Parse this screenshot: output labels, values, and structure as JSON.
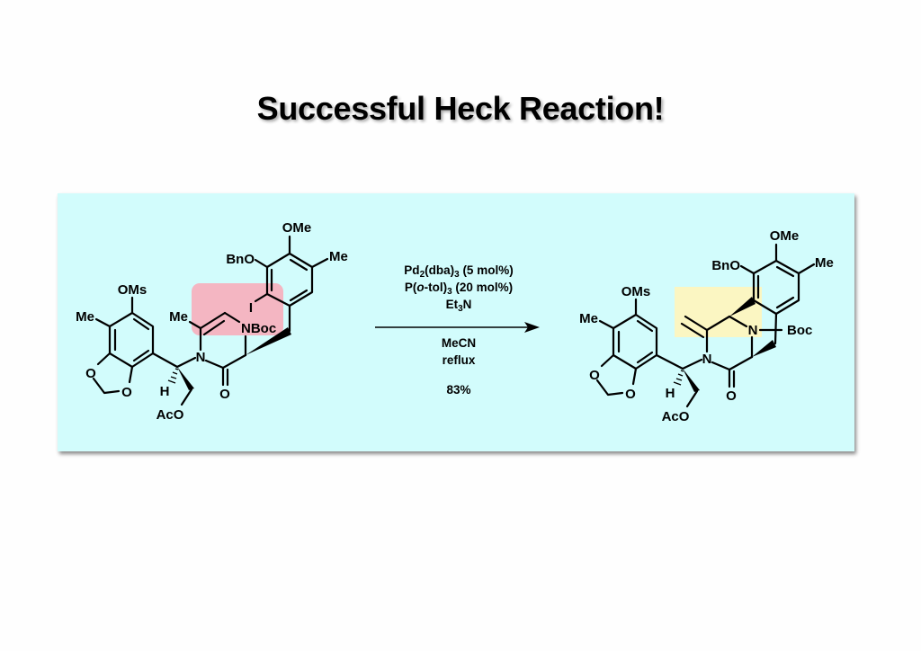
{
  "title": "Successful Heck Reaction!",
  "colors": {
    "panel": "#d2fcfc",
    "highlight_reactant": "#f4b6c2",
    "highlight_product": "#fbf6c2"
  },
  "reactant": {
    "labels": {
      "oms": "OMs",
      "me_left": "Me",
      "o1": "O",
      "o2": "O",
      "h": "H",
      "aco": "AcO",
      "n": "N",
      "o_carbonyl": "O",
      "me_enamine": "Me",
      "nboc": "NBoc",
      "iodo": "I",
      "bno": "BnO",
      "ome": "OMe",
      "me_aryl": "Me"
    }
  },
  "conditions": {
    "line1": [
      "Pd",
      "2",
      "(dba)",
      "3",
      " (5 mol%)"
    ],
    "line2": [
      "P(",
      "o",
      "-tol)",
      "3",
      " (20 mol%)"
    ],
    "line3": [
      "Et",
      "3",
      "N"
    ],
    "solvent": "MeCN",
    "temperature": "reflux",
    "yield": "83%"
  },
  "product": {
    "labels": {
      "oms": "OMs",
      "me_left": "Me",
      "o1": "O",
      "o2": "O",
      "h": "H",
      "aco": "AcO",
      "n": "N",
      "o_carbonyl": "O",
      "n_bridge": "N",
      "boc": "Boc",
      "bno": "BnO",
      "ome": "OMe",
      "me_aryl": "Me"
    }
  }
}
